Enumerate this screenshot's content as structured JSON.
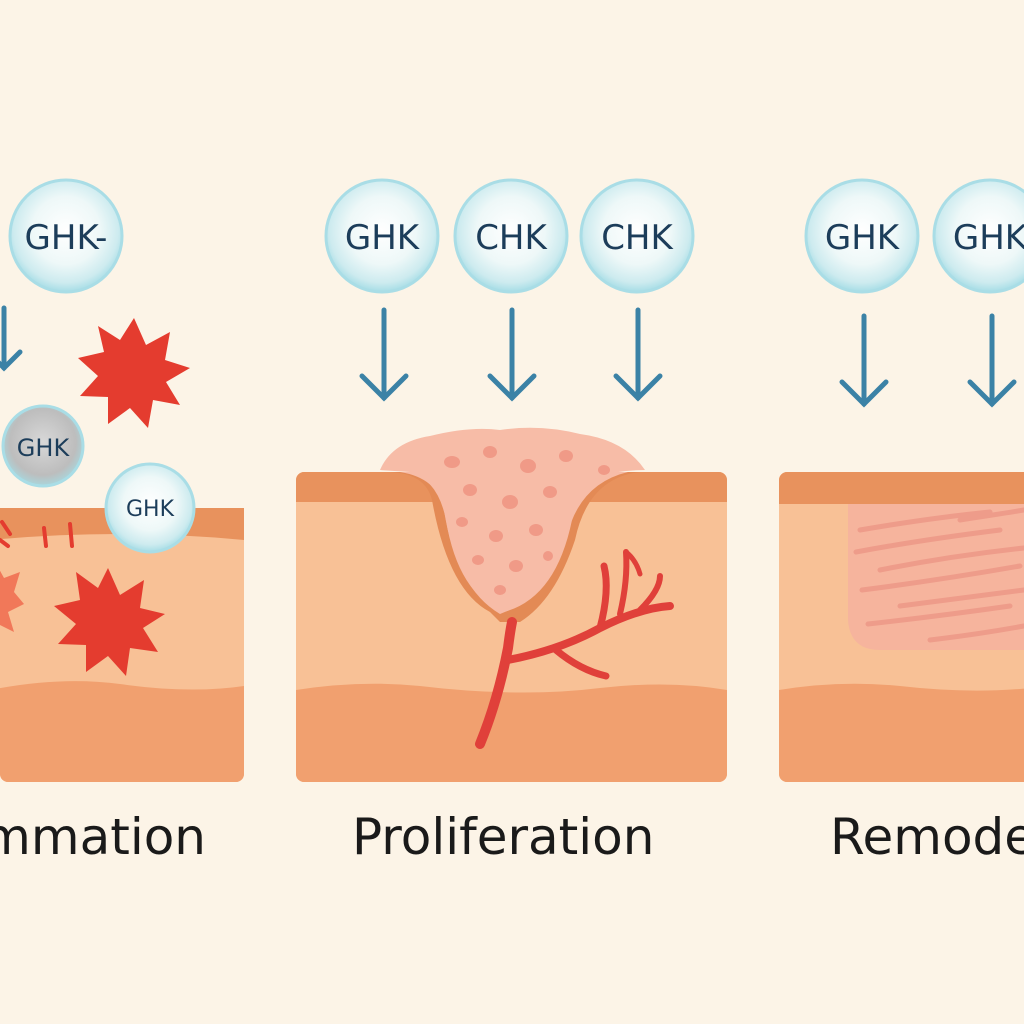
{
  "stages": [
    {
      "label": "Inflammation",
      "visible_label": "mmation",
      "bubbles": [
        {
          "text": "GHK-"
        },
        {
          "text": "GHK"
        },
        {
          "text": "GHK"
        }
      ]
    },
    {
      "label": "Proliferation",
      "visible_label": "Proliferation",
      "bubbles": [
        {
          "text": "GHK"
        },
        {
          "text": "CHK"
        },
        {
          "text": "CHK"
        }
      ]
    },
    {
      "label": "Remodeling",
      "visible_label": "Remode",
      "bubbles": [
        {
          "text": "GHK"
        },
        {
          "text": "GHK"
        }
      ]
    }
  ],
  "colors": {
    "background": "#fcf4e7",
    "bubble_fill": "#dff1f4",
    "bubble_ring": "#aee0e8",
    "bubble_grey": "#c9c9c9",
    "arrow": "#3b82a6",
    "skin_top": "#e8925d",
    "skin_mid": "#f8c196",
    "skin_low": "#f1a06f",
    "inflammation": "#e43c2f",
    "vessel": "#e0403a",
    "scab": "#f7bca7",
    "collagen": "#f3b1a2"
  }
}
